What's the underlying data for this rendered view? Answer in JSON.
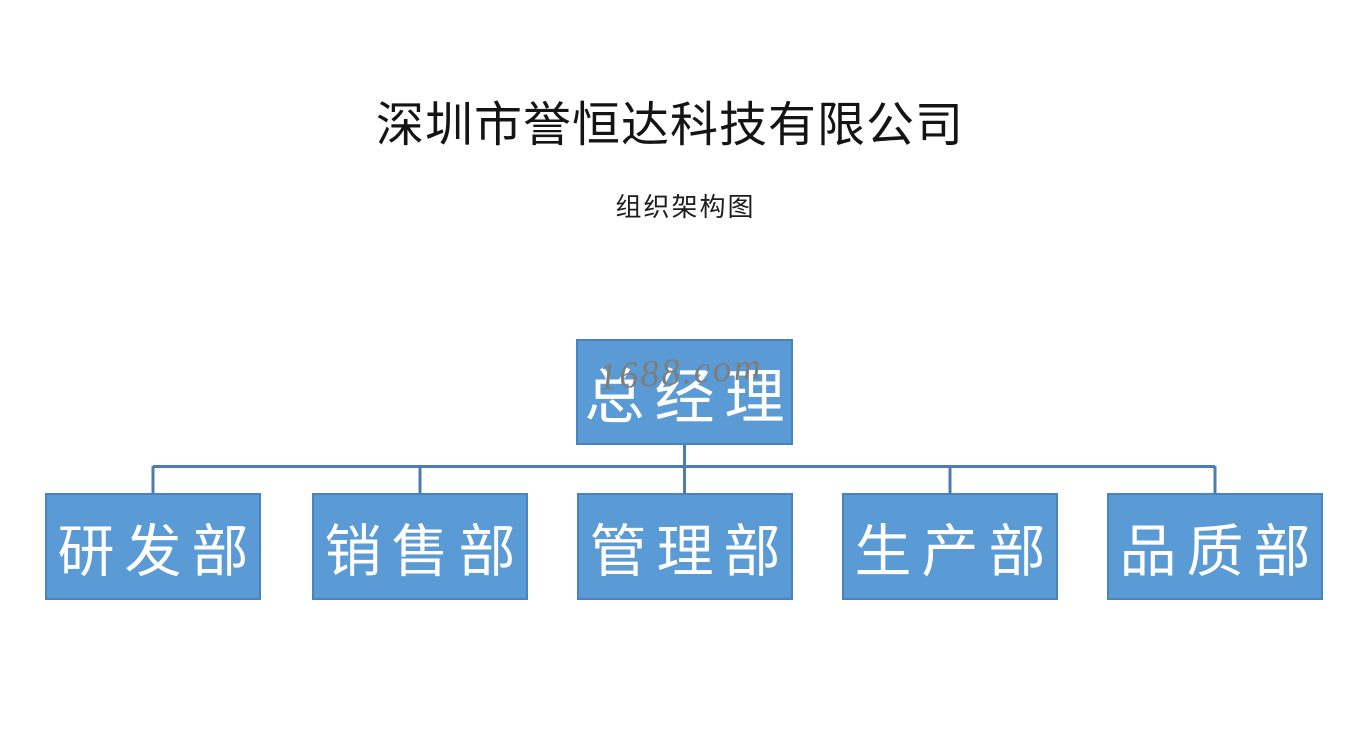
{
  "header": {
    "company_name": "深圳市誉恒达科技有限公司",
    "chart_title": "组织架构图"
  },
  "org_chart": {
    "root": {
      "label": "总经理"
    },
    "departments": [
      {
        "label": "研发部"
      },
      {
        "label": "销售部"
      },
      {
        "label": "管理部"
      },
      {
        "label": "生产部"
      },
      {
        "label": "品质部"
      }
    ]
  },
  "watermark": {
    "text": "1688.com"
  },
  "colors": {
    "box_fill": "#5b9bd5",
    "box_border": "#4a82bd",
    "box_text": "#ffffff",
    "connector_line": "#4d7cb3",
    "title_text": "#141414",
    "watermark_text": "#7d7d7d"
  }
}
